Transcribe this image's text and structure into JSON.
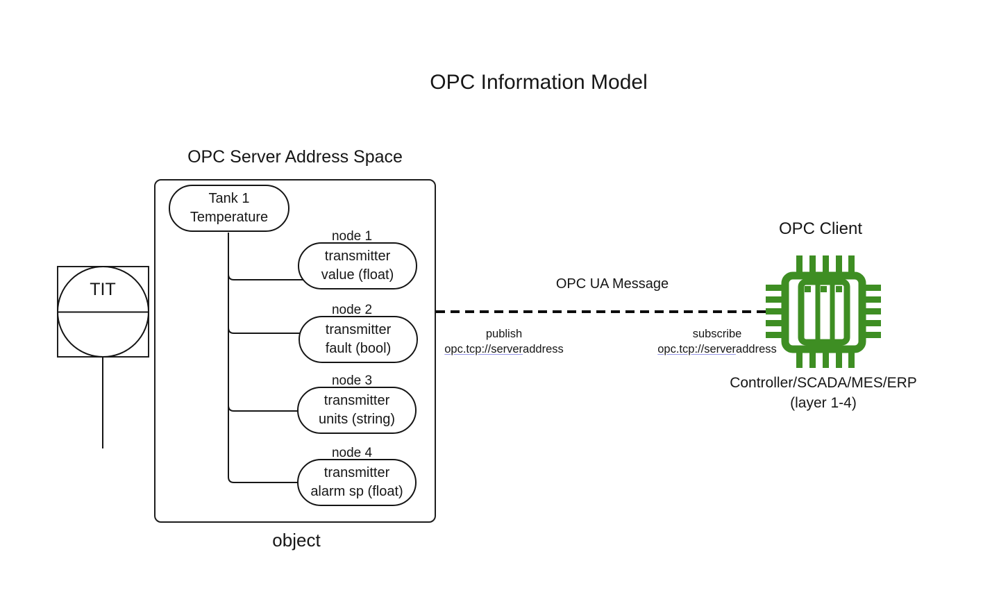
{
  "title": "OPC Information Model",
  "server": {
    "heading": "OPC Server Address Space",
    "root_node": {
      "line1": "Tank 1",
      "line2": "Temperature"
    },
    "nodes": [
      {
        "label": "node 1",
        "line1": "transmitter",
        "line2": "value (float)"
      },
      {
        "label": "node 2",
        "line1": "transmitter",
        "line2": "fault (bool)"
      },
      {
        "label": "node 3",
        "line1": "transmitter",
        "line2": "units (string)"
      },
      {
        "label": "node 4",
        "line1": "transmitter",
        "line2": "alarm sp (float)"
      }
    ],
    "caption": "object"
  },
  "instrument": {
    "label": "TIT"
  },
  "message": {
    "label": "OPC UA Message",
    "publish": {
      "action": "publish",
      "address_link": "opc.tcp://server",
      "address_rest": "address"
    },
    "subscribe": {
      "action": "subscribe",
      "address_link": "opc.tcp://server",
      "address_rest": "address"
    }
  },
  "client": {
    "heading": "OPC Client",
    "icon": "chip-icon",
    "caption_line1": "Controller/SCADA/MES/ERP",
    "caption_line2": "(layer 1-4)"
  },
  "colors": {
    "accent_green": "#3e8e23",
    "link_underline": "#9595e8",
    "line": "#161616"
  }
}
